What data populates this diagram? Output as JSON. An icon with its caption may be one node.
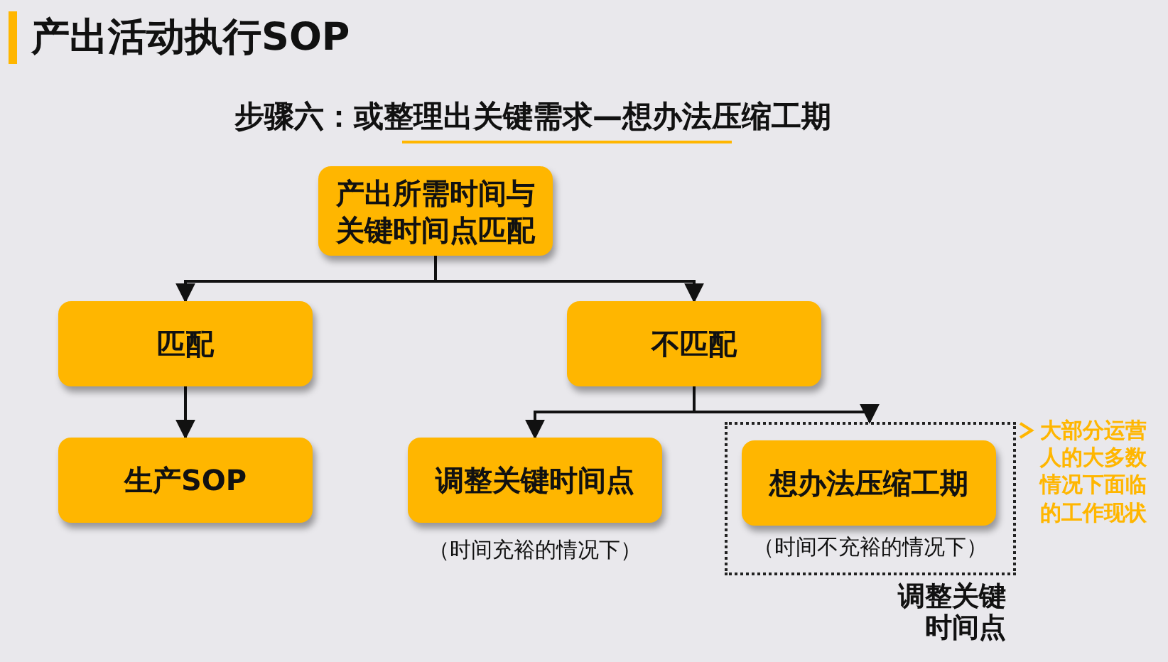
{
  "diagram": {
    "title": "产出活动执行SOP",
    "nodes": [
      {
        "text": [
          "产出所需时间与关键时间点匹配"
        ]
      },
      {
        "text": [
          "匹配"
        ]
      },
      {
        "text": [
          "不匹配"
        ]
      },
      {
        "text": [
          "生产SOP"
        ]
      },
      {
        "text": [
          "调整关键时间点"
        ],
        "beside": [
          "（时间充裕的情况下）"
        ]
      },
      {
        "text": [
          "（时间不充裕的情况下）"
        ]
      },
      {
        "text": [
          "想办法压缩工期"
        ],
        "in": 5
      }
    ],
    "edges": [
      {
        "from": 0,
        "to": 1,
        "arrow": "to"
      },
      {
        "from": 0,
        "to": 2,
        "arrow": "to"
      },
      {
        "from": 1,
        "to": 3,
        "arrow": "to"
      },
      {
        "from": 2,
        "to": 4,
        "arrow": "to"
      },
      {
        "from": 2,
        "to": 5,
        "arrow": "to"
      }
    ],
    "labels": [
      "步骤六：或整理出关键需求—想办法压缩工期",
      "大部分运营人的大多数情况下面临的工作现状",
      "调整关键时间点"
    ]
  }
}
